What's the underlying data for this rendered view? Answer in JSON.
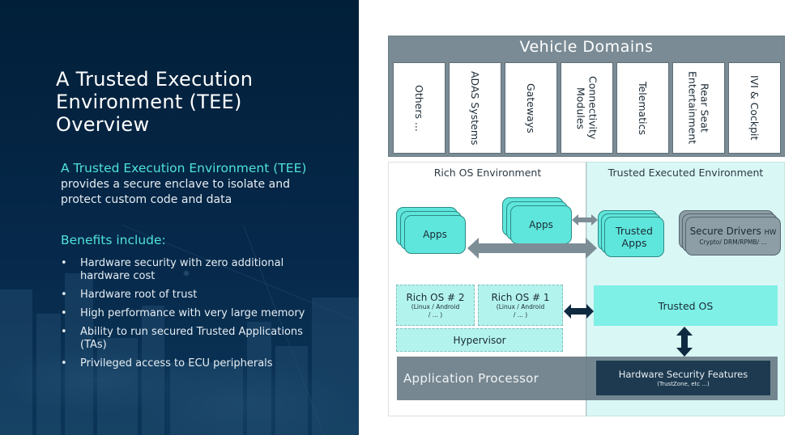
{
  "left_panel": {
    "title": "A Trusted Execution Environment (TEE) Overview",
    "intro_highlight": "A Trusted Execution Environment (TEE)",
    "intro_rest": " provides a secure enclave to isolate and protect custom code and data",
    "benefits_heading": "Benefits include:",
    "bullet_glyph": "•",
    "benefits": [
      "Hardware security with zero additional hardware cost",
      "Hardware root of trust",
      "High performance with very large memory",
      "Ability to run secured Trusted Applications (TAs)",
      "Privileged access to ECU peripherals"
    ]
  },
  "diagram": {
    "vehicle_domains": {
      "title": "Vehicle Domains",
      "items": [
        "Others ...",
        "ADAS Systems",
        "Gateways",
        "Connectivity\nModules",
        "Telematics",
        "Rear Seat\nEntertainment",
        "IVI & Cockpit"
      ]
    },
    "rich_env": {
      "label": "Rich OS Environment",
      "apps_left": "Apps",
      "apps_right": "Apps",
      "rich_os_2": {
        "title": "Rich OS # 2",
        "sub": "(Linux / Android / ... )"
      },
      "rich_os_1": {
        "title": "Rich OS # 1",
        "sub": "(Linux / Android / ... )"
      },
      "hypervisor": "Hypervisor"
    },
    "tee_env": {
      "label": "Trusted Executed Environment",
      "trusted_apps": "Trusted Apps",
      "secure_drivers": "Secure Drivers",
      "secure_drivers_tag": "HW",
      "secure_drivers_sub": "Crypto/ DRM/RPMB/ ...",
      "trusted_os": "Trusted OS"
    },
    "application_processor": "Application Processor",
    "hardware_security": {
      "title": "Hardware Security Features",
      "sub": "(TrustZone, etc ...)"
    }
  },
  "colors": {
    "navy": "#011f38",
    "accent_teal": "#4ee2d8",
    "app_card": "#5fe6dc",
    "domain_gray": "#7a8b95",
    "tee_bg": "#d9f7f5",
    "arrow_gray": "#7d8d96",
    "arrow_dark": "#0d2a40"
  }
}
